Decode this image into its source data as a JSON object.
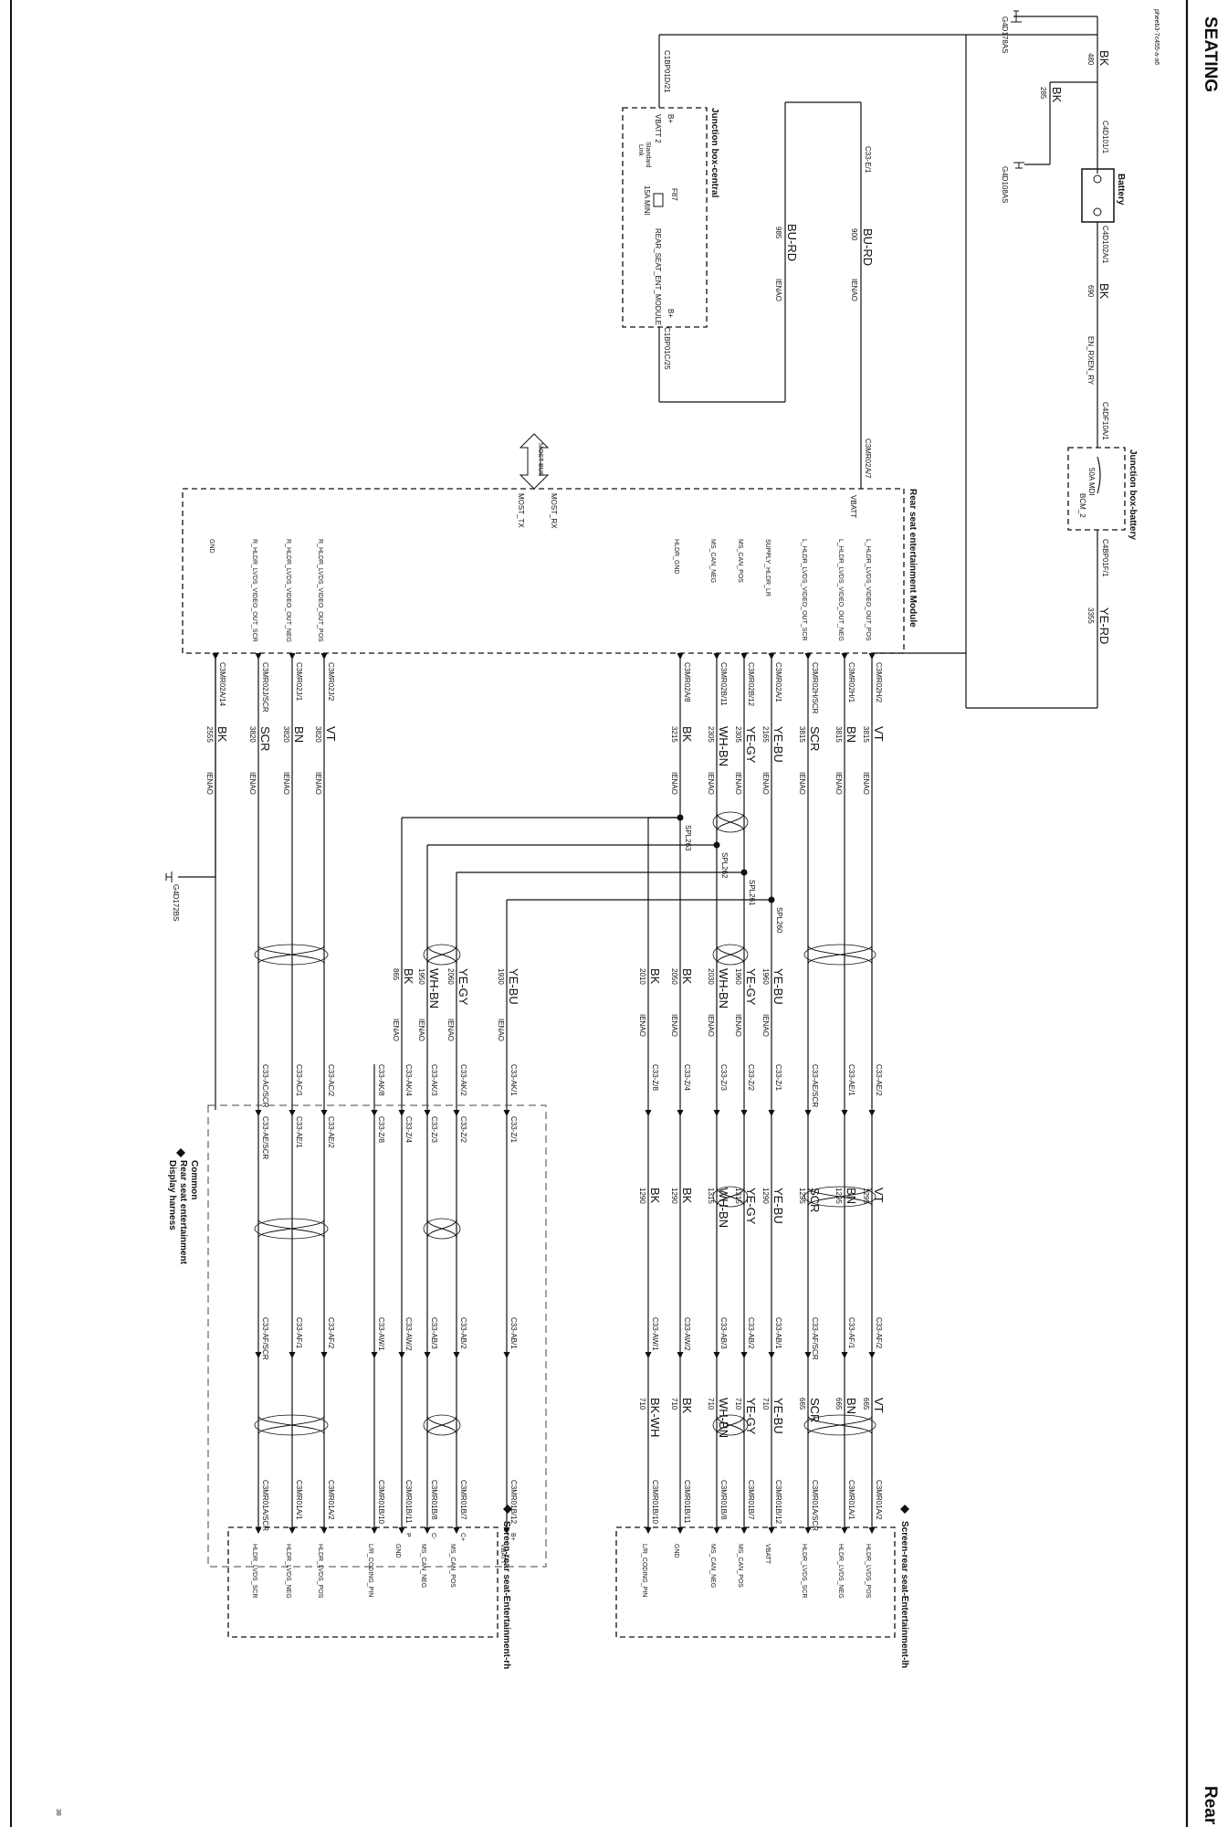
{
  "header": {
    "section_title": "SEATING",
    "footer_title": "Rear",
    "doc_code": "pheeb3-7c455-a-a6",
    "page_mark": "38"
  },
  "battery_area": {
    "battery_label": "Battery",
    "ground_top_label": "G4D178AS",
    "ground_mid_label": "G4D108AS",
    "wire_top": {
      "color": "BK",
      "size": "480"
    },
    "wire_ground": {
      "color": "BK",
      "size": "285"
    },
    "connector_neg": "C4D101/1",
    "connector_pos": "C4D102A/1",
    "wire_main": {
      "color": "BK",
      "size": "690"
    },
    "signal": "EN_RXEN_RY",
    "fuse_conn": "C4DF10A/1"
  },
  "jb_battery": {
    "title": "Junction box-battery",
    "fuse": "50A MDI",
    "bcm": "BCM_2",
    "out_conn": "C4BP01F/1",
    "out_wire": {
      "color": "YE-RD",
      "size": "3355"
    }
  },
  "jb_central": {
    "title": "Junction box-central",
    "in_conn": "C1BP01D/21",
    "bplus1": "B+",
    "vbatt2": "VBATT 2",
    "fuse": "F87",
    "fuse_rating": "15A MINI",
    "mode": "Standard",
    "link": "Link",
    "signal": "REAR_SEAT_ENT_MODULE",
    "bplus2": "B+",
    "out_conn": "C1BP01C/25"
  },
  "upper_wires": {
    "c33": "C33-E/1",
    "w1": {
      "color": "BU-RD",
      "size": "900",
      "note": "IENAO"
    },
    "w2": {
      "color": "BU-RD",
      "size": "985",
      "note": "IENAO"
    }
  },
  "module": {
    "title": "Rear seat entertainment Module",
    "vbatt_conn": "C3MR02A/7",
    "vbatt": "VBATT",
    "most_bus": "MOST BUS",
    "most_rx": "MOST_RX",
    "most_tx": "MOST_TX",
    "pins": [
      {
        "signal": "L_HLDR_LVDS_VIDEO_OUT_POS",
        "conn": "C3MR02H/2",
        "color": "VT",
        "size": "3815",
        "note": "IENAO"
      },
      {
        "signal": "L_HLDR_LVDS_VIDEO_OUT_NEG",
        "conn": "C3MR02H/1",
        "color": "BN",
        "size": "3815",
        "note": "IENAO"
      },
      {
        "signal": "L_HLDR_LVDS_VIDEO_OUT_SCR",
        "conn": "C3MR02H/SCR",
        "color": "SCR",
        "size": "3815",
        "note": "IENAO"
      },
      {
        "signal": "SUPPLY_HLDR_LR",
        "conn": "C3MR02A/1",
        "color": "YE-BU",
        "size": "2165",
        "note": "IENAO"
      },
      {
        "signal": "MS_CAN_POS",
        "conn": "C3MR02B/12",
        "color": "YE-GY",
        "size": "2305",
        "note": "IENAO"
      },
      {
        "signal": "MS_CAN_NEG",
        "conn": "C3MR02B/11",
        "color": "WH-BN",
        "size": "2305",
        "note": "IENAO"
      },
      {
        "signal": "HLDR_GND",
        "conn": "C3MR02A/8",
        "color": "BK",
        "size": "3215",
        "note": "IENAO"
      },
      {
        "signal": "R_HLDR_LVDS_VIDEO_OUT_POS",
        "conn": "C3MR02J/2",
        "color": "VT",
        "size": "3820",
        "note": "IENAO"
      },
      {
        "signal": "R_HLDR_LVDS_VIDEO_OUT_NEG",
        "conn": "C3MR02J/1",
        "color": "BN",
        "size": "3820",
        "note": "IENAO"
      },
      {
        "signal": "R_HLDR_LVDS_VIDEO_OUT_SCR",
        "conn": "C3MR02J/SCR",
        "color": "SCR",
        "size": "3820",
        "note": "IENAO"
      },
      {
        "signal": "GND",
        "conn": "C3MR02A/14",
        "color": "BK",
        "size": "2555",
        "note": "IENAO"
      }
    ],
    "ground_label": "G4D172BS"
  },
  "splices": [
    "SPL260",
    "SPL261",
    "SPL262",
    "SPL263"
  ],
  "branch_wires": [
    {
      "color": "YE-BU",
      "size": "1930",
      "note": "IENAO",
      "c1": "C33-AK/1",
      "c2": "C33-Z/1",
      "c3": "C33-AB/1",
      "end": "C3MR01B/12"
    },
    {
      "color": "YE-GY",
      "size": "2060",
      "note": "IENAO",
      "c1": "C33-AK/2",
      "c2": "C33-Z/2",
      "c3": "C33-AB/2",
      "end": "C3MR01B/7"
    },
    {
      "color": "WH-BN",
      "size": "1950",
      "note": "IENAO",
      "c1": "C33-AK/3",
      "c2": "C33-Z/3",
      "c3": "C33-AB/3",
      "end": "C3MR01B/8"
    },
    {
      "color": "BK",
      "size": "865",
      "note": "IENAO",
      "c1": "C33-AK/4",
      "c2": "C33-Z/4",
      "c3": "C33-AW/2",
      "end": "C3MR01B/11"
    },
    {
      "color": "",
      "size": "",
      "note": "",
      "c1": "C33-AK/8",
      "c2": "C33-Z/8",
      "c3": "C33-AW/1",
      "end": "C3MR01B/10"
    }
  ],
  "left_wires": [
    {
      "color": "YE-BU",
      "size": "1960",
      "note": "IENAO"
    },
    {
      "color": "YE-GY",
      "size": "1960",
      "note": "IENAO"
    },
    {
      "color": "WH-BN",
      "size": "2030",
      "note": "IENAO"
    },
    {
      "color": "BK",
      "size": "2050",
      "note": "IENAO"
    },
    {
      "color": "BK",
      "size": "2010",
      "note": "IENAO"
    }
  ],
  "left_runs": [
    {
      "conn1": "C33-AE/2",
      "color2": "VT",
      "size2": "1295",
      "conn3": "C33-AF/2",
      "color3": "VT",
      "size3": "665",
      "end": "C3MR01A/2",
      "pin": "HLDR_LVDS_POS"
    },
    {
      "conn1": "C33-AE/1",
      "color2": "BN",
      "size2": "1295",
      "conn3": "C33-AF/1",
      "color3": "BN",
      "size3": "665",
      "end": "C3MR01A/1",
      "pin": "HLDR_LVDS_NEG"
    },
    {
      "conn1": "C33-AE/SCR",
      "color2": "SCR",
      "size2": "1295",
      "conn3": "C33-AF/SCR",
      "color3": "SCR",
      "size3": "665",
      "end": "C3MR01A/SCR",
      "pin": "HLDR_LVDS_SCR"
    },
    {
      "conn1": "C33-Z/1",
      "color2": "YE-BU",
      "size2": "1290",
      "conn3": "C33-AB/1",
      "color3": "YE-BU",
      "size3": "710",
      "end": "C3MR01B/12",
      "pin": "VBATT"
    },
    {
      "conn1": "C33-Z/2",
      "color2": "YE-GY",
      "size2": "1315",
      "conn3": "C33-AB/2",
      "color3": "YE-GY",
      "size3": "710",
      "end": "C3MR01B/7",
      "pin": "MS_CAN_POS"
    },
    {
      "conn1": "C33-Z/3",
      "color2": "WH-BN",
      "size2": "1315",
      "conn3": "C33-AB/3",
      "color3": "WH-BN",
      "size3": "710",
      "end": "C3MR01B/8",
      "pin": "MS_CAN_NEG"
    },
    {
      "conn1": "C33-Z/4",
      "color2": "BK",
      "size2": "1290",
      "conn3": "C33-AW/2",
      "color3": "BK",
      "size3": "710",
      "end": "C3MR01B/11",
      "pin": "GND"
    },
    {
      "conn1": "C33-Z/8",
      "color2": "BK",
      "size2": "1290",
      "conn3": "C33-AW/1",
      "color3": "BK-WH",
      "size3": "710",
      "end": "C3MR01B/10",
      "pin": "L/R_CODING_PIN"
    }
  ],
  "right_runs": [
    {
      "conn1": "C33-AC/2",
      "conn2": "C33-AE/2",
      "conn3": "C33-AF/2",
      "end": "C3MR01A/2",
      "pin": "HLDR_LVDS_POS"
    },
    {
      "conn1": "C33-AC/1",
      "conn2": "C33-AE/1",
      "conn3": "C33-AF/1",
      "end": "C3MR01A/1",
      "pin": "HLDR_LVDS_NEG"
    },
    {
      "conn1": "C33-AC/SCR",
      "conn2": "C33-AE/SCR",
      "conn3": "C33-AF/SCR",
      "end": "C3MR01A/SCR",
      "pin": "HLDR_LVDS_SCR"
    }
  ],
  "screen_left": {
    "title": "Screen-rear seat-Entertainment-rh",
    "pins_extra": [
      "B+",
      "C+",
      "C-",
      "P"
    ]
  },
  "screen_right": {
    "title": "Screen-rear seat-Entertainment-lh"
  },
  "common_note": {
    "line1": "Common",
    "line2": "Rear seat entertainment",
    "line3": "Display harness"
  }
}
